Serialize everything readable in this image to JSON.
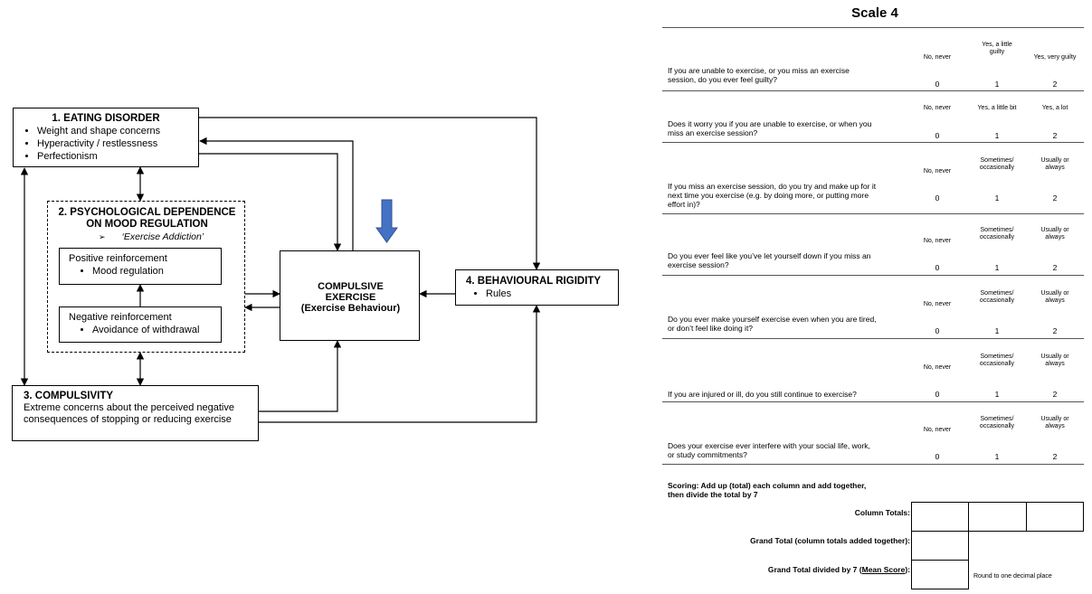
{
  "diagram": {
    "eating_disorder": {
      "title": "1. EATING DISORDER",
      "items": [
        "Weight and shape concerns",
        "Hyperactivity / restlessness",
        "Perfectionism"
      ]
    },
    "psych_dependence": {
      "title_line1": "2. PSYCHOLOGICAL DEPENDENCE",
      "title_line2": "ON MOOD REGULATION",
      "subtitle": "‘Exercise Addiction’",
      "positive": {
        "label": "Positive reinforcement",
        "item": "Mood regulation"
      },
      "negative": {
        "label": "Negative reinforcement",
        "item": "Avoidance of withdrawal"
      }
    },
    "compulsivity": {
      "title": "3. COMPULSIVITY",
      "text_line1": "Extreme concerns about the perceived negative",
      "text_line2": "consequences of stopping or reducing exercise"
    },
    "compulsive_exercise": {
      "line1": "COMPULSIVE",
      "line2": "EXERCISE",
      "line3": "(Exercise Behaviour)"
    },
    "behavioural_rigidity": {
      "title": "4. BEHAVIOURAL RIGIDITY",
      "item": "Rules"
    },
    "colors": {
      "highlight_arrow": "#4472c4",
      "highlight_arrow_border": "#2f528f"
    }
  },
  "scale": {
    "title": "Scale 4",
    "questions": [
      {
        "lines": [
          "If you are unable to exercise, or you miss an exercise",
          "session, do you ever feel guilty?"
        ],
        "options": [
          [
            "No, never"
          ],
          [
            "Yes, a little",
            "guilty"
          ],
          [
            "Yes, very guilty"
          ]
        ],
        "scores": [
          "0",
          "1",
          "2"
        ]
      },
      {
        "lines": [
          "Does it worry you if you are unable to exercise, or when you",
          "miss an exercise session?"
        ],
        "options": [
          [
            "No, never"
          ],
          [
            "Yes, a little bit"
          ],
          [
            "Yes, a lot"
          ]
        ],
        "scores": [
          "0",
          "1",
          "2"
        ]
      },
      {
        "lines": [
          "If you miss an exercise session, do you try and make up for it",
          "next time you exercise (e.g. by doing more, or putting more",
          "effort in)?"
        ],
        "options": [
          [
            "No, never"
          ],
          [
            "Sometimes/",
            "occasionally"
          ],
          [
            "Usually or",
            "always"
          ]
        ],
        "scores": [
          "0",
          "1",
          "2"
        ]
      },
      {
        "lines": [
          "Do you ever feel like you’ve let yourself down if you miss an",
          "exercise session?"
        ],
        "options": [
          [
            "No, never"
          ],
          [
            "Sometimes/",
            "occasionally"
          ],
          [
            "Usually or",
            "always"
          ]
        ],
        "scores": [
          "0",
          "1",
          "2"
        ]
      },
      {
        "lines": [
          "Do you ever make yourself exercise even when you are tired,",
          "or don’t feel like doing it?"
        ],
        "options": [
          [
            "No, never"
          ],
          [
            "Sometimes/",
            "occasionally"
          ],
          [
            "Usually or",
            "always"
          ]
        ],
        "scores": [
          "0",
          "1",
          "2"
        ]
      },
      {
        "lines": [
          "If you are injured or ill, do you still continue to exercise?"
        ],
        "options": [
          [
            "No, never"
          ],
          [
            "Sometimes/",
            "occasionally"
          ],
          [
            "Usually or",
            "always"
          ]
        ],
        "scores": [
          "0",
          "1",
          "2"
        ]
      },
      {
        "lines": [
          "Does your exercise ever interfere with your social life, work,",
          "or study commitments?"
        ],
        "options": [
          [
            "No, never"
          ],
          [
            "Sometimes/",
            "occasionally"
          ],
          [
            "Usually or",
            "always"
          ]
        ],
        "scores": [
          "0",
          "1",
          "2"
        ]
      }
    ],
    "scoring": {
      "line1": "Scoring: Add up (total) each column and add together,",
      "line2": "then divide the total by 7",
      "column_totals": "Column Totals:",
      "grand_total": "Grand Total (column totals added together):",
      "mean_prefix": "Grand Total divided by 7 (",
      "mean_emph": "Mean Score",
      "mean_suffix": "):",
      "round_note": "Round to one decimal place"
    }
  }
}
